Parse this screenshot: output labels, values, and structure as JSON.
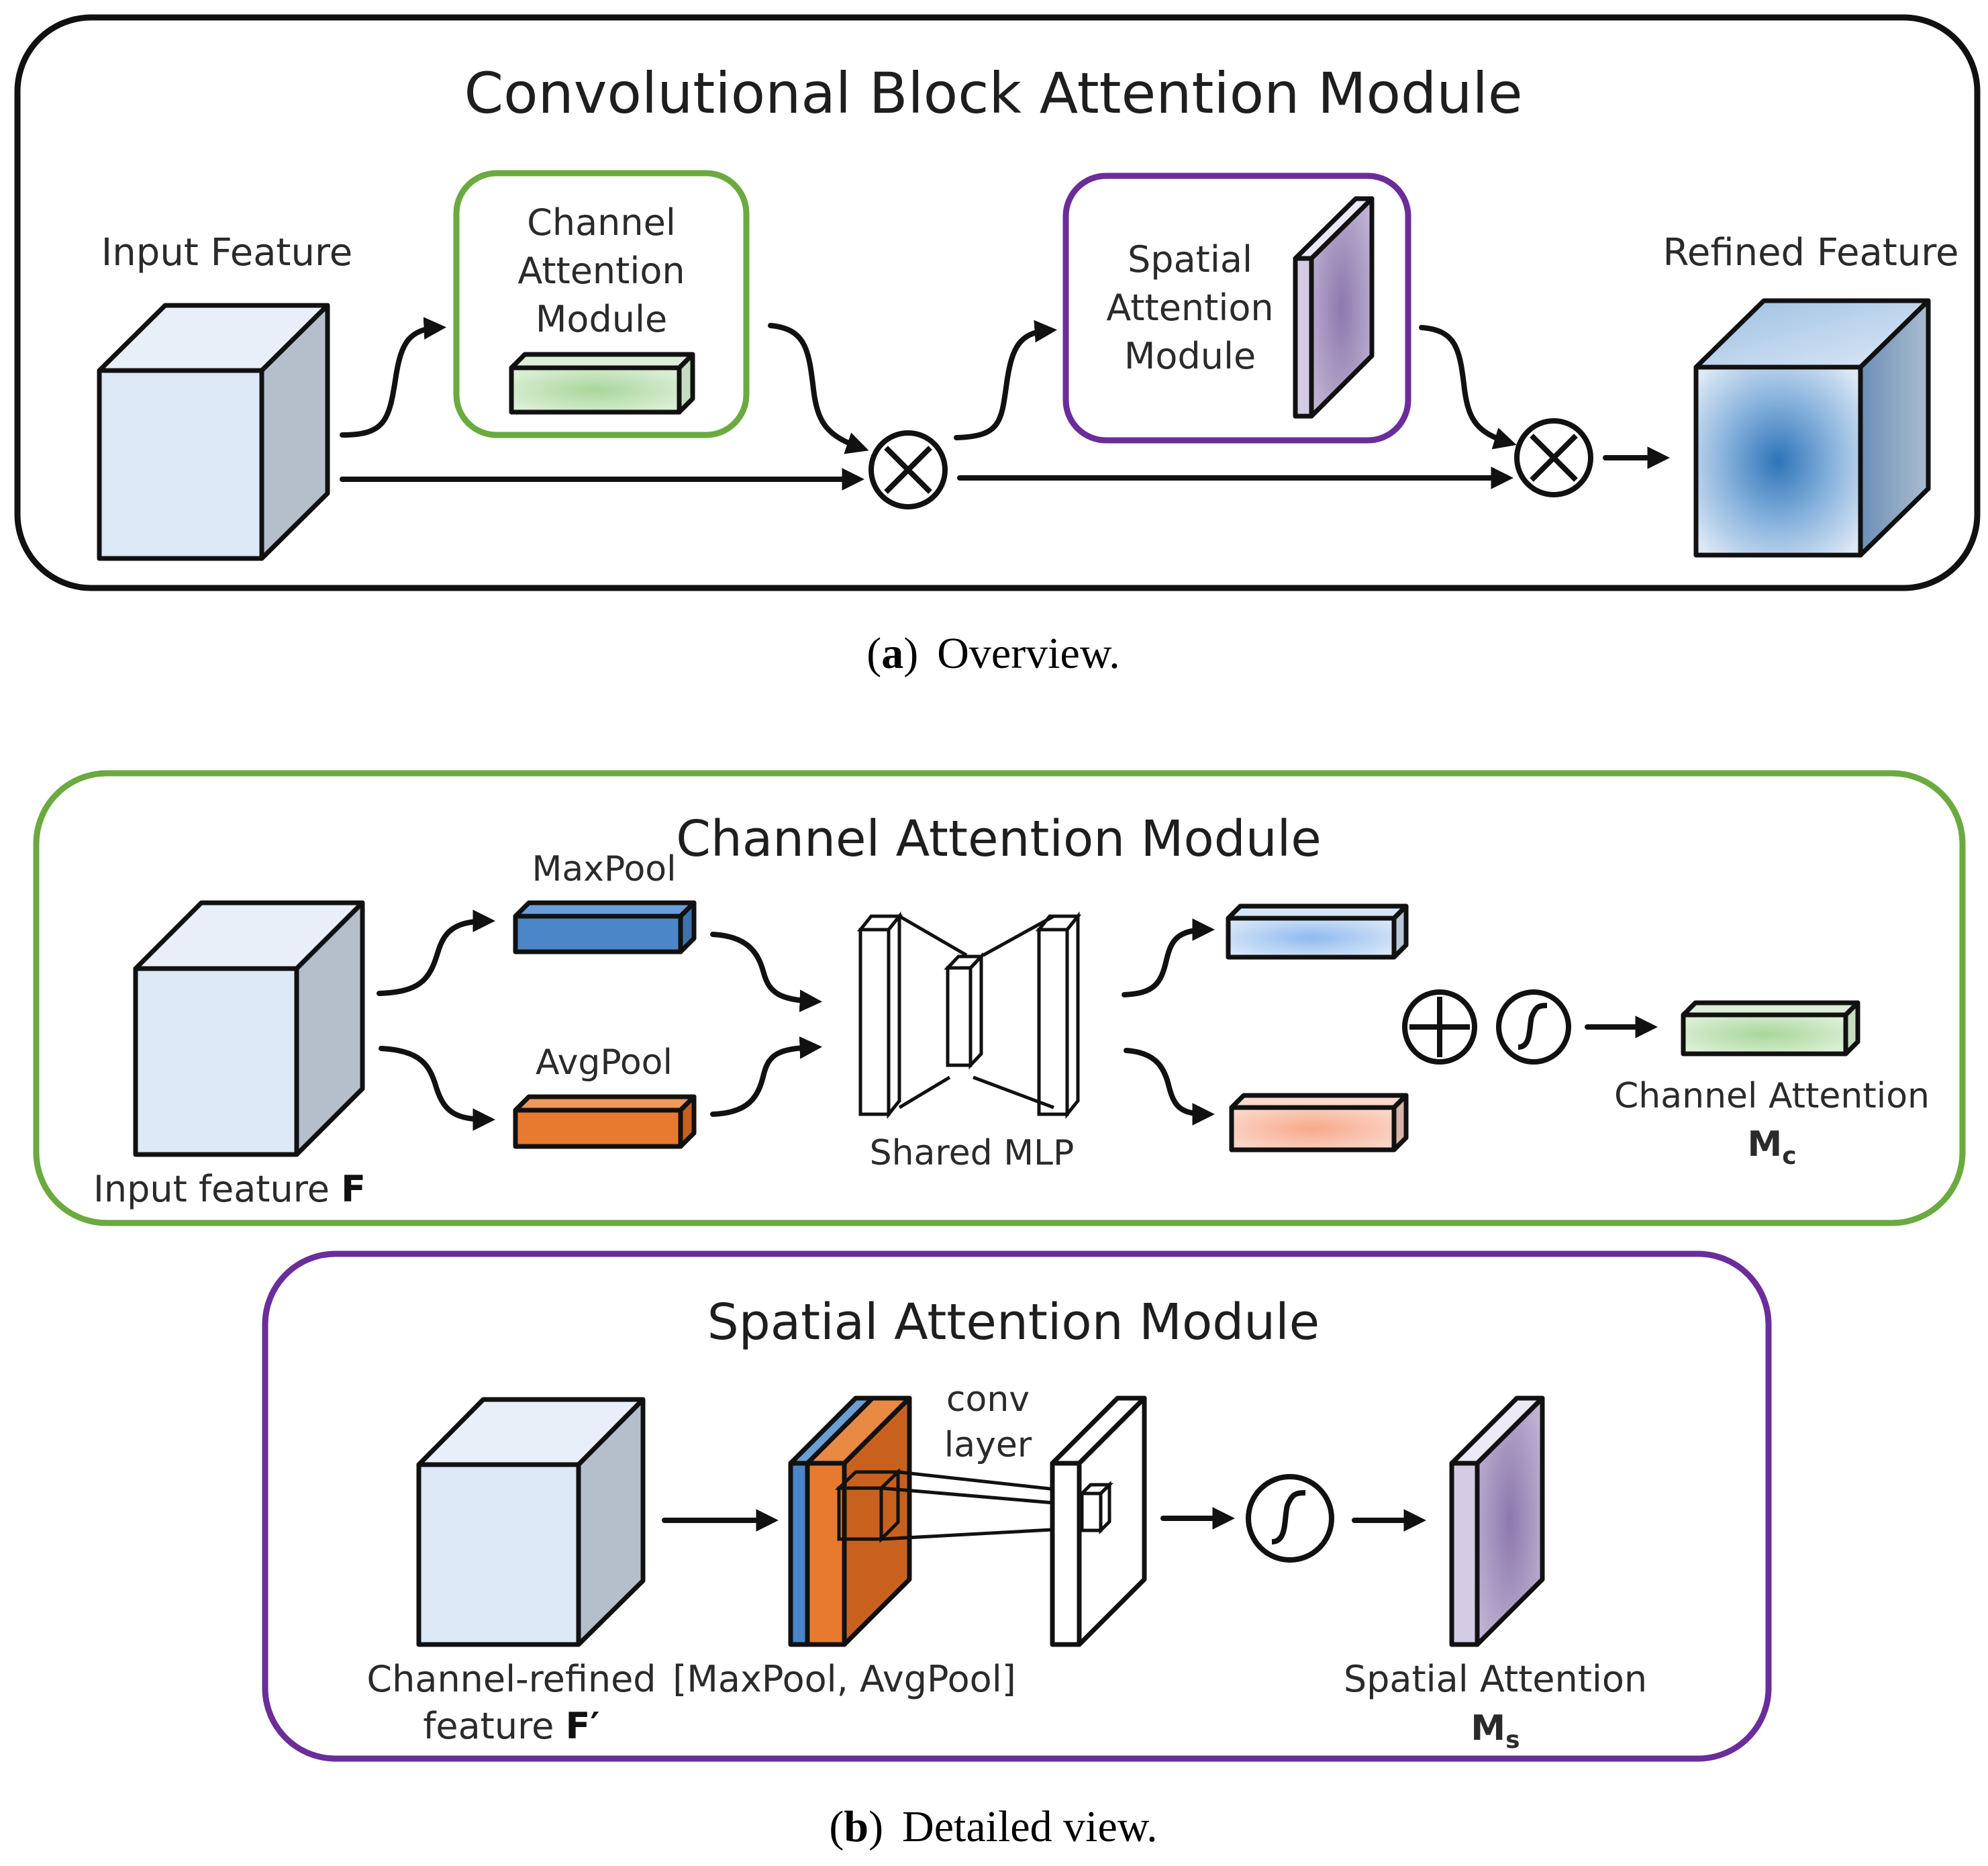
{
  "overview": {
    "title": "Convolutional Block Attention Module",
    "input_label": "Input Feature",
    "channel_module_label": [
      "Channel",
      "Attention",
      "Module"
    ],
    "spatial_module_label": [
      "Spatial",
      "Attention",
      "Module"
    ],
    "output_label": "Refined Feature",
    "caption_tag": "a",
    "caption_text": "Overview."
  },
  "channel_detail": {
    "title": "Channel Attention Module",
    "input_label_text": "Input feature ",
    "input_label_symbol": "F",
    "maxpool_label": "MaxPool",
    "avgpool_label": "AvgPool",
    "mlp_label": "Shared MLP",
    "output_label": "Channel Attention",
    "output_symbol": "M",
    "output_subscript": "c"
  },
  "spatial_detail": {
    "title": "Spatial Attention Module",
    "input_label_line1": "Channel-refined",
    "input_label_line2_text": "feature ",
    "input_label_line2_symbol": "F′",
    "pool_label": "[MaxPool, AvgPool]",
    "conv_label": [
      "conv",
      "layer"
    ],
    "output_label": "Spatial Attention",
    "output_symbol": "M",
    "output_subscript": "s"
  },
  "caption_b": {
    "tag": "b",
    "text": "Detailed view."
  },
  "operators": {
    "multiply": "⊗",
    "add": "⊕",
    "sigmoid": "sigmoid"
  },
  "colors": {
    "overview_border": "#111111",
    "channel_border": "#6aaa3e",
    "spatial_border": "#6a2d9a",
    "feature_front": "#dce8f5",
    "feature_top": "#e8eff8",
    "feature_side": "#b5bfcc",
    "maxpool": "#4a86c8",
    "avgpool": "#e87a30",
    "channel_attention": "#b8dcae",
    "spatial_attention": "#9a88b8",
    "refined_center": "#2e74b8"
  }
}
